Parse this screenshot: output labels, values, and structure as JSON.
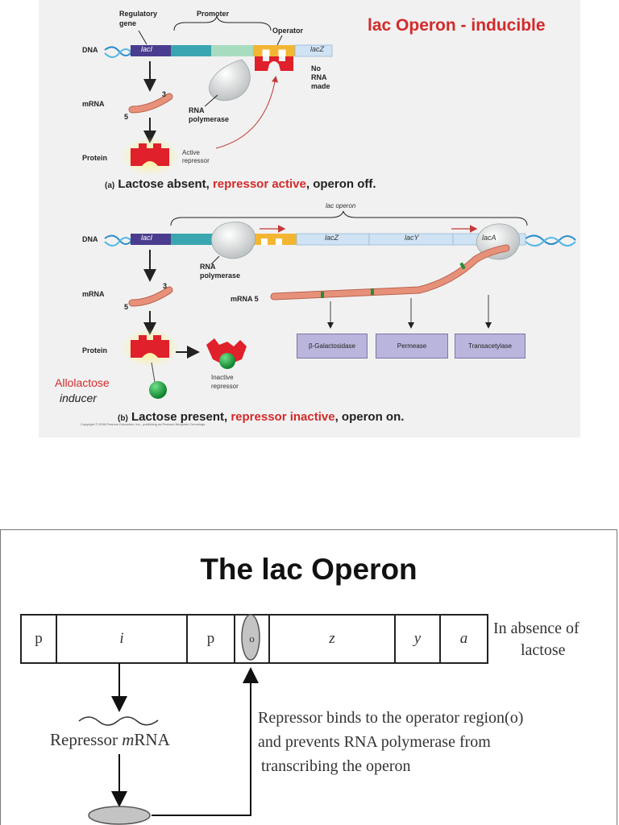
{
  "top": {
    "title": "lac Operon - inducible",
    "labels": {
      "regulatory": "Regulatory",
      "gene": "gene",
      "promoter": "Promoter",
      "operator": "Operator",
      "no": "No",
      "rna": "RNA",
      "made": "made",
      "dna": "DNA",
      "mrna": "mRNA",
      "protein": "Protein",
      "three_prime": "3",
      "five_prime": "5",
      "rna_polymerase_1": "RNA",
      "rna_polymerase_2": "polymerase",
      "active_repressor_1": "Active",
      "active_repressor_2": "repressor",
      "lac_operon": "lac operon",
      "mrna5": "mRNA 5",
      "allolactose": "Allolactose",
      "inducer": "inducer",
      "inactive_repressor_1": "Inactive",
      "inactive_repressor_2": "repressor",
      "copyright": "Copyright © 2008 Pearson Education, Inc., publishing as Pearson Benjamin Cummings"
    },
    "genes": {
      "lacI": "lacI",
      "lacZ": "lacZ",
      "lacY": "lacY",
      "lacA": "lacA"
    },
    "caption_a": {
      "prefix": "(a)",
      "part1": "Lactose absent, ",
      "part2": "repressor active",
      "part3": ", operon off."
    },
    "caption_b": {
      "prefix": "(b)",
      "part1": "Lactose present, ",
      "part2": "repressor inactive",
      "part3": ",   operon on."
    },
    "enzymes": [
      "β-Galactosidase",
      "Permease",
      "Transacetylase"
    ],
    "colors": {
      "lacI": "#4a3d8f",
      "promoter_blue": "#3aa6b0",
      "promoter_green": "#a8dcc0",
      "operator": "#f2b632",
      "lacz": "#cfe3f4",
      "repressor": "#e0202a",
      "mrna": "#e8917a",
      "inducer": "#1aa23a",
      "enzyme_box": "#b9b5dc",
      "title_red": "#d42a2a"
    }
  },
  "bottom": {
    "title": "The lac Operon",
    "cells": [
      "p",
      "i",
      "p",
      "o",
      "z",
      "y",
      "a"
    ],
    "absence_1": "In absence of",
    "absence_2": "lactose",
    "repressor_mrna_1": "Repressor ",
    "repressor_mrna_2": "m",
    "repressor_mrna_3": "RNA",
    "binds_1": "Repressor binds to the operator region(o)",
    "binds_2": "and prevents RNA polymerase from",
    "binds_3": "transcribing the operon"
  }
}
